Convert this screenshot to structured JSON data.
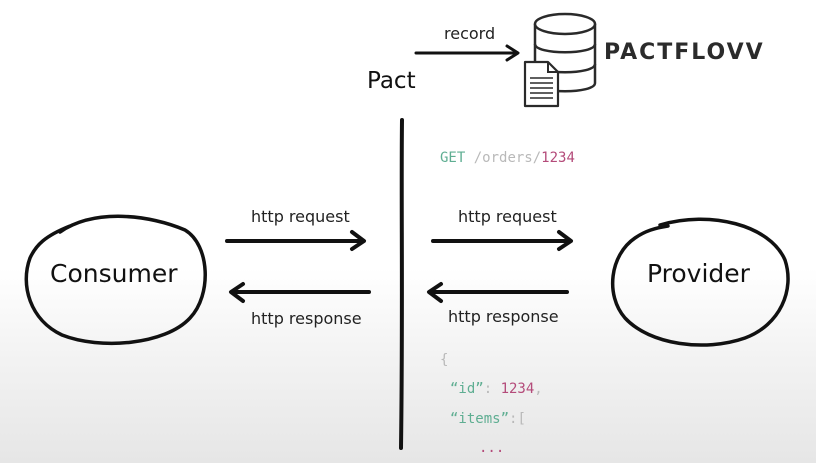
{
  "pact": {
    "title": "Pact",
    "record_label": "record",
    "brand": "PACTFLOVV"
  },
  "consumer": {
    "label": "Consumer"
  },
  "provider": {
    "label": "Provider"
  },
  "left_exchange": {
    "request_label": "http request",
    "response_label": "http response"
  },
  "right_exchange": {
    "request_label": "http request",
    "response_label": "http response"
  },
  "request_code": {
    "method": "GET",
    "path_prefix": "/orders/",
    "path_id": "1234"
  },
  "response_code": {
    "open_brace": "{",
    "id_key": "“id”",
    "id_colon": ": ",
    "id_value": "1234",
    "id_comma": ",",
    "items_key": "“items”",
    "items_colon": ":",
    "items_open": "[",
    "ellipsis": "..."
  },
  "colors": {
    "code_green": "#5fae92",
    "code_gray": "#b9b9b9",
    "code_pink": "#b44b7a"
  }
}
